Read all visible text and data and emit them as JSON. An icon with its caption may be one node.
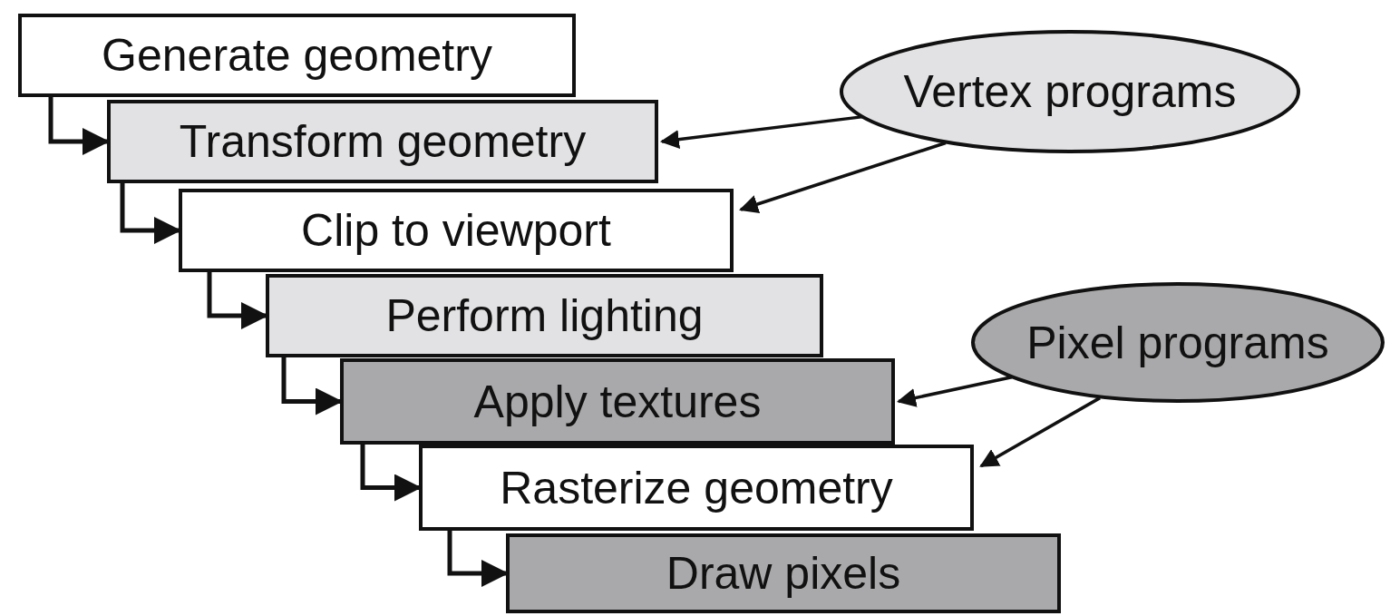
{
  "diagram": {
    "nodes": [
      {
        "text": [
          "Generate geometry"
        ]
      },
      {
        "text": [
          "Transform geometry"
        ]
      },
      {
        "text": [
          "Clip to viewport"
        ]
      },
      {
        "text": [
          "Perform lighting"
        ]
      },
      {
        "text": [
          "Apply textures"
        ]
      },
      {
        "text": [
          "Rasterize geometry"
        ]
      },
      {
        "text": [
          "Draw pixels"
        ]
      },
      {
        "text": [
          "Vertex programs"
        ]
      },
      {
        "text": [
          "Pixel programs"
        ]
      }
    ],
    "edges": [
      {
        "from": 0,
        "to": 1,
        "arrow": "to"
      },
      {
        "from": 1,
        "to": 2,
        "arrow": "to"
      },
      {
        "from": 2,
        "to": 3,
        "arrow": "to"
      },
      {
        "from": 3,
        "to": 4,
        "arrow": "to"
      },
      {
        "from": 4,
        "to": 5,
        "arrow": "to"
      },
      {
        "from": 5,
        "to": 6,
        "arrow": "to"
      },
      {
        "from": 7,
        "to": 1,
        "arrow": "to"
      },
      {
        "from": 7,
        "to": 2,
        "arrow": "to"
      },
      {
        "from": 8,
        "to": 4,
        "arrow": "to"
      },
      {
        "from": 8,
        "to": 5,
        "arrow": "to"
      }
    ]
  }
}
